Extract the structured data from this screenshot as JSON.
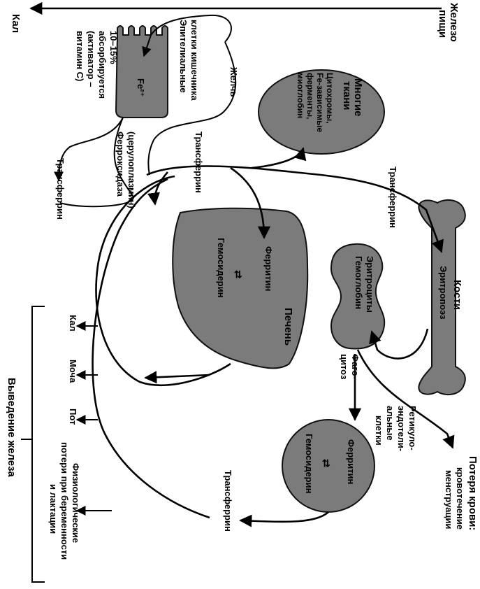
{
  "sources": {
    "food_iron": [
      "Железо",
      "пищи"
    ],
    "feces_top": "Кал"
  },
  "intestine": {
    "title": [
      "Эпителиальные",
      "клетки кишечника"
    ],
    "ion": "Fe²⁺",
    "absorption": [
      "10–15%",
      "абсорбируется",
      "(активатор –",
      "витамин C)"
    ],
    "bile": "Желчь",
    "ferroxidase": [
      "Ферроксидаза",
      "(церулоплазмин)"
    ],
    "transferrin_left": "Трансферрин",
    "transferrin_mid": "Трансферрин"
  },
  "tissues": {
    "title": [
      "Многие",
      "ткани"
    ],
    "body": [
      "Цитохромы,",
      "Fe-зависимые",
      "ферменты,",
      "миоглобин"
    ]
  },
  "bone": {
    "transferrin": "Трансферрин",
    "title": "Кости",
    "process": "Эритропоэз"
  },
  "erythrocytes": {
    "lines": [
      "Эритроциты",
      "Гемоглобин"
    ]
  },
  "liver": {
    "title": "Печень",
    "ferritin": "Ферритин",
    "equilibrium": "⇄",
    "hemosiderin": "Гемосидерин"
  },
  "blood_loss": {
    "title": "Потеря крови:",
    "detail": [
      "кровотечение",
      "менструации"
    ]
  },
  "phagocytosis": [
    "Фаго-",
    "цитоз"
  ],
  "res": {
    "title": [
      "Ретикуло-",
      "эндотели-",
      "альные",
      "клетки"
    ],
    "ferritin": "Ферритин",
    "equilibrium": "⇄",
    "hemosiderin": "Гемосидерин"
  },
  "excretion": {
    "title": "Выведение железа",
    "items": [
      "Кал",
      "Моча",
      "Пот"
    ],
    "physiological": [
      "Физиологические",
      "потери при беременности",
      "и лактации"
    ],
    "transferrin": "Трансферрин"
  }
}
